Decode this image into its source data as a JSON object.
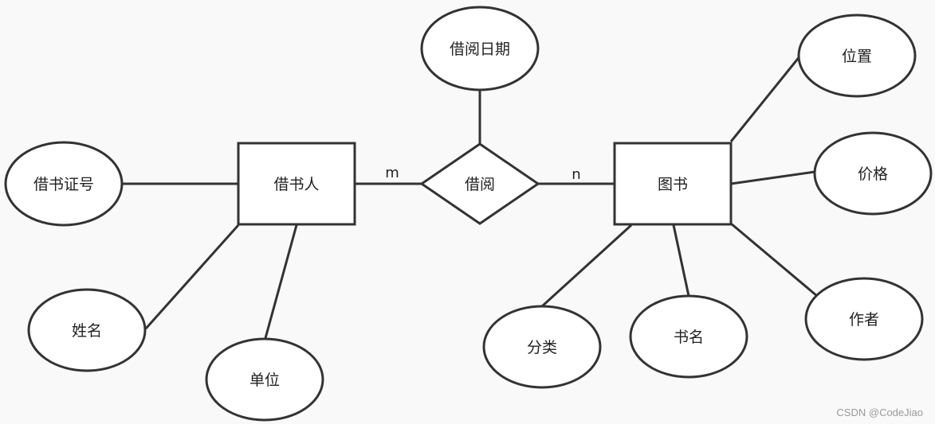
{
  "entities": {
    "borrower": "借书人",
    "book": "图书"
  },
  "relationship": {
    "label": "借阅",
    "attribute": "借阅日期",
    "card_left": "m",
    "card_right": "n"
  },
  "borrower_attributes": {
    "card_no": "借书证号",
    "name": "姓名",
    "unit": "单位"
  },
  "book_attributes": {
    "location": "位置",
    "price": "价格",
    "author": "作者",
    "category": "分类",
    "title": "书名"
  },
  "watermark": "CSDN @CodeJiao"
}
